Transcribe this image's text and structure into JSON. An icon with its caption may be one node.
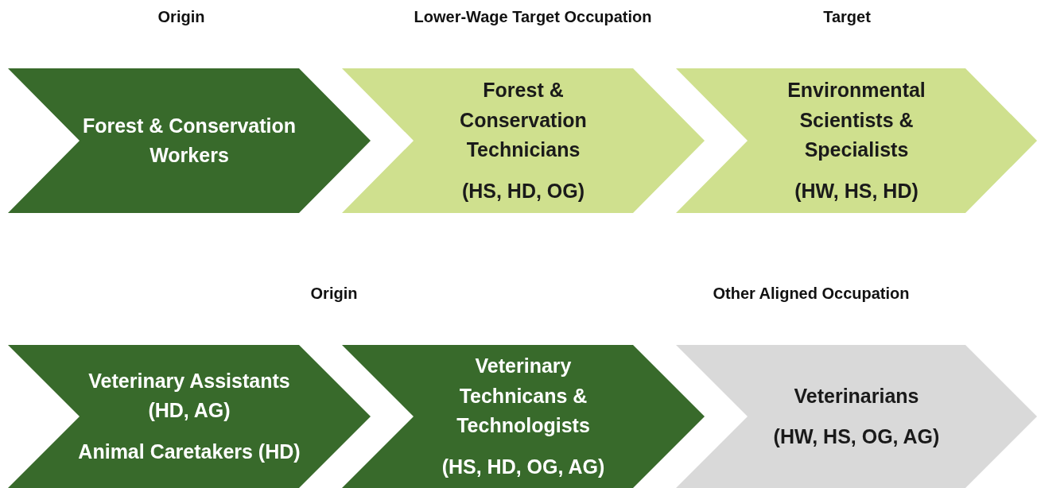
{
  "diagram": {
    "nodes": [
      {
        "text": [
          "Forest & Conservation Workers"
        ]
      },
      {
        "text": [
          "Forest & Conservation Technicians",
          "(HS, HD, OG)"
        ]
      },
      {
        "text": [
          "Environmental Scientists & Specialists",
          "(HW, HS, HD)"
        ]
      },
      {
        "text": [
          "Veterinary Assistants (HD, AG)",
          "Animal Caretakers (HD)"
        ]
      },
      {
        "text": [
          "Veterinary Technicans & Technologists",
          "(HS, HD, OG, AG)"
        ]
      },
      {
        "text": [
          "Veterinarians",
          "(HW, HS, OG, AG)"
        ]
      }
    ],
    "labels": [
      "Origin",
      "Lower-Wage Target Occupation",
      "Target",
      "Origin",
      "Other Aligned Occupation"
    ]
  }
}
